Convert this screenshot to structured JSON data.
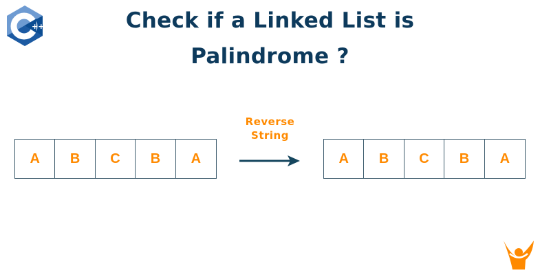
{
  "title": {
    "line1": "Check if a Linked List is",
    "line2": "Palindrome ?"
  },
  "original_list": {
    "nodes": [
      "A",
      "B",
      "C",
      "B",
      "A"
    ]
  },
  "operation": {
    "label_line1": "Reverse",
    "label_line2": "String"
  },
  "reversed_list": {
    "nodes": [
      "A",
      "B",
      "C",
      "B",
      "A"
    ]
  },
  "icons": {
    "top_left": "cpp-logo-icon",
    "bottom_right": "brand-logo-icon"
  },
  "colors": {
    "title": "#0d3a5c",
    "node_text": "#ff8a00",
    "border": "#3b5a6b",
    "arrow": "#15465e",
    "accent": "#ff8a00"
  }
}
